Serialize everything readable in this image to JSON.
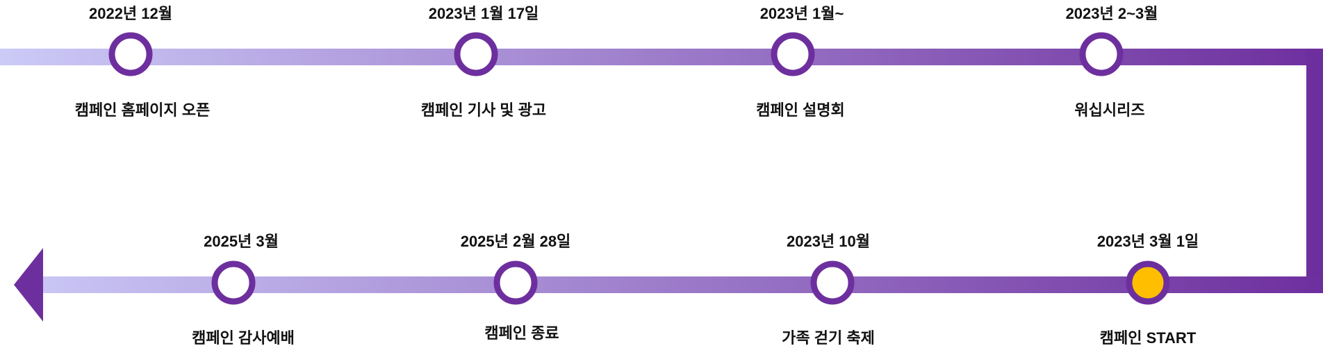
{
  "colors": {
    "track_light": "#cccaf7",
    "track_dark": "#6e2f9e",
    "node_ring": "#6e2f9e",
    "node_fill": "#ffffff",
    "current_fill": "#ffbf00",
    "text": "#111111"
  },
  "milestones": [
    {
      "date": "2022년 12월",
      "label": "캠페인 홈페이지 오픈",
      "current": false
    },
    {
      "date": "2023년 1월 17일",
      "label": "캠페인 기사 및 광고",
      "current": false
    },
    {
      "date": "2023년 1월~",
      "label": "캠페인 설명회",
      "current": false
    },
    {
      "date": "2023년 2~3월",
      "label": "워십시리즈",
      "current": false
    },
    {
      "date": "2023년 3월 1일",
      "label": "캠페인 START",
      "current": true
    },
    {
      "date": "2023년 10월",
      "label": "가족 걷기 축제",
      "current": false
    },
    {
      "date": "2025년 2월 28일",
      "label": "캠페인 종료",
      "current": false
    },
    {
      "date": "2025년 3월",
      "label": "캠페인 감사예배",
      "current": false
    }
  ]
}
